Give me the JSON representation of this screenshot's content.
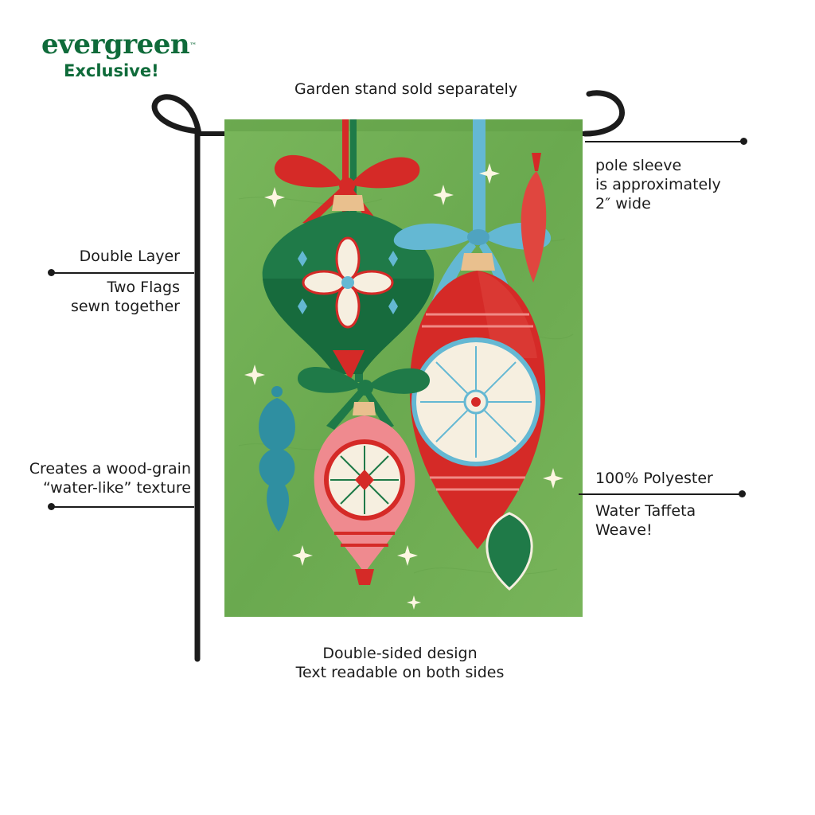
{
  "brand": {
    "name": "evergreen",
    "trademark": "™",
    "tagline": "Exclusive!",
    "color": "#0f6b3a"
  },
  "callouts": {
    "stand": "Garden stand sold separately",
    "sleeve": [
      "pole sleeve",
      "is approximately",
      "2″ wide"
    ],
    "layer_title": "Double Layer",
    "layer_detail": [
      "Two Flags",
      "sewn together"
    ],
    "texture": [
      "Creates a wood-grain",
      "“water-like” texture"
    ],
    "material_title": "100% Polyester",
    "material_detail": [
      "Water Taffeta",
      "Weave!"
    ],
    "design": [
      "Double-sided design",
      "Text readable on both sides"
    ]
  },
  "flag": {
    "background": "#6fae52",
    "ornament_colors": {
      "red": "#d52a27",
      "green": "#1f7a48",
      "teal": "#2f8fa1",
      "blue_ribbon": "#64b8d3",
      "pink": "#ef8a8f",
      "cream": "#f6efe0"
    }
  }
}
